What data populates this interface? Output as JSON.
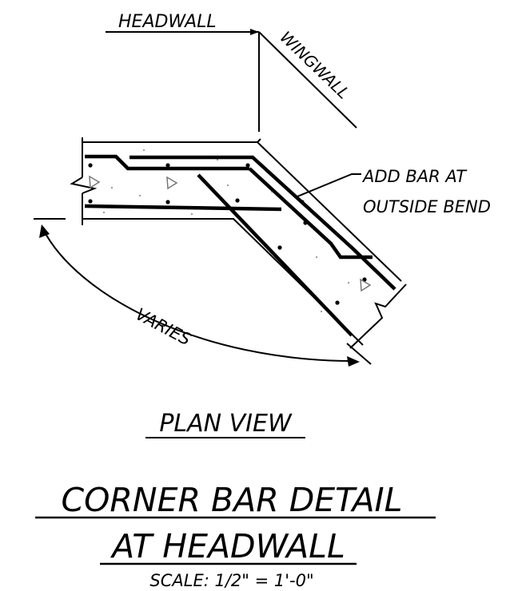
{
  "drawing": {
    "labels": {
      "headwall": "HEADWALL",
      "wingwall": "WINGWALL",
      "callout_line1": "ADD BAR AT",
      "callout_line2": "OUTSIDE BEND",
      "varies": "VARIES"
    },
    "view_title": "PLAN VIEW",
    "detail_title_line1": "CORNER BAR DETAIL",
    "detail_title_line2": "AT HEADWALL",
    "scale": "SCALE: 1/2\" = 1'-0\""
  },
  "colors": {
    "line": "#000000",
    "background": "#ffffff",
    "symbol": "#777777"
  }
}
